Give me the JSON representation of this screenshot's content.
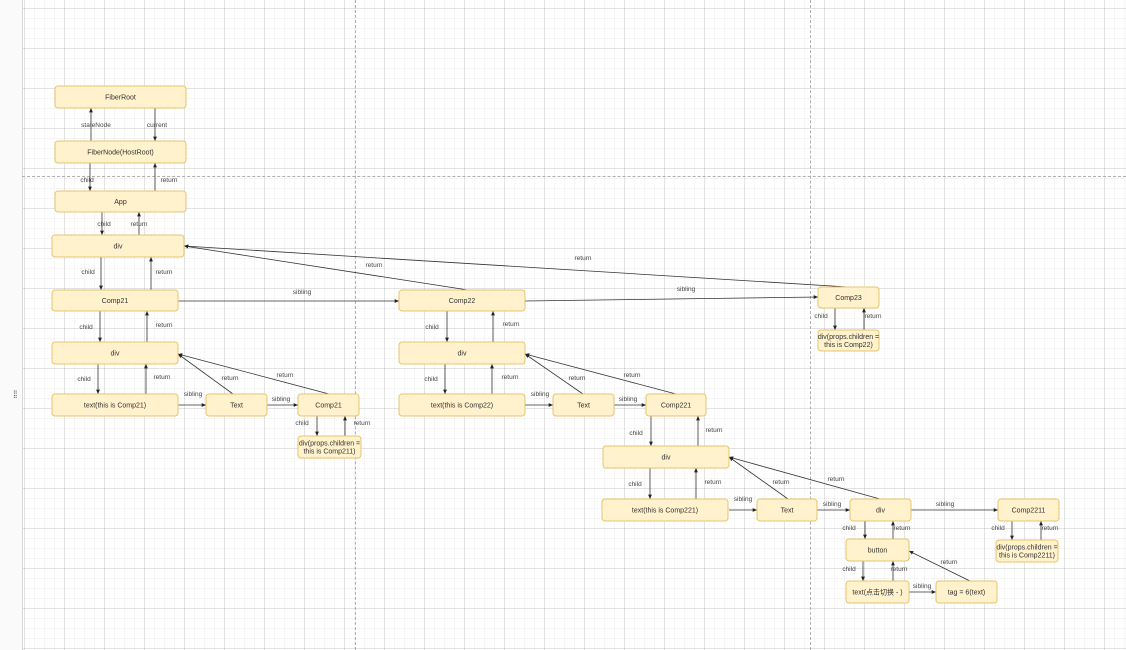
{
  "ui": {
    "grip_icon": "grip-icon"
  },
  "nodes": [
    {
      "id": "fiberroot",
      "label": "FiberRoot"
    },
    {
      "id": "hostroot",
      "label": "FiberNode(HostRoot)"
    },
    {
      "id": "app",
      "label": "App"
    },
    {
      "id": "div_top",
      "label": "div"
    },
    {
      "id": "comp21",
      "label": "Comp21"
    },
    {
      "id": "div_c21",
      "label": "div"
    },
    {
      "id": "text_c21",
      "label": "text(this is Comp21)"
    },
    {
      "id": "text_node_c21",
      "label": "Text"
    },
    {
      "id": "comp211",
      "label": "Comp21"
    },
    {
      "id": "div_c211",
      "label": [
        "div(props.children =",
        "this is Comp211)"
      ]
    },
    {
      "id": "comp22",
      "label": "Comp22"
    },
    {
      "id": "div_c22",
      "label": "div"
    },
    {
      "id": "text_c22",
      "label": "text(this is Comp22)"
    },
    {
      "id": "text_node_c22",
      "label": "Text"
    },
    {
      "id": "comp221",
      "label": "Comp221"
    },
    {
      "id": "div_c221",
      "label": "div"
    },
    {
      "id": "text_c221",
      "label": "text(this is Comp221)"
    },
    {
      "id": "text_node_c221",
      "label": "Text"
    },
    {
      "id": "div_inner",
      "label": "div"
    },
    {
      "id": "comp2211",
      "label": "Comp2211"
    },
    {
      "id": "div_c2211",
      "label": [
        "div(props.children =",
        "this is Comp2211)"
      ]
    },
    {
      "id": "button",
      "label": "button"
    },
    {
      "id": "text_btn",
      "label": "text(点击切换 - )"
    },
    {
      "id": "tag6",
      "label": "tag = 6(text)"
    },
    {
      "id": "comp23",
      "label": "Comp23"
    },
    {
      "id": "div_c23",
      "label": [
        "div(props.children =",
        "this is Comp22)"
      ]
    }
  ],
  "edges": [
    {
      "from": "hostroot",
      "to": "fiberroot",
      "label": "stateNode"
    },
    {
      "from": "fiberroot",
      "to": "hostroot",
      "label": "current"
    },
    {
      "from": "hostroot",
      "to": "app",
      "label": "child"
    },
    {
      "from": "app",
      "to": "hostroot",
      "label": "return"
    },
    {
      "from": "app",
      "to": "div_top",
      "label": "child"
    },
    {
      "from": "div_top",
      "to": "app",
      "label": "return"
    },
    {
      "from": "div_top",
      "to": "comp21",
      "label": "child"
    },
    {
      "from": "comp21",
      "to": "div_top",
      "label": "return"
    },
    {
      "from": "comp21",
      "to": "div_c21",
      "label": "child"
    },
    {
      "from": "div_c21",
      "to": "comp21",
      "label": "return"
    },
    {
      "from": "div_c21",
      "to": "text_c21",
      "label": "child"
    },
    {
      "from": "text_c21",
      "to": "div_c21",
      "label": "return"
    },
    {
      "from": "text_c21",
      "to": "text_node_c21",
      "label": "sibling"
    },
    {
      "from": "text_node_c21",
      "to": "div_c21",
      "label": "return"
    },
    {
      "from": "text_node_c21",
      "to": "comp211",
      "label": "sibling"
    },
    {
      "from": "comp211",
      "to": "div_c21",
      "label": "return"
    },
    {
      "from": "comp211",
      "to": "div_c211",
      "label": "child"
    },
    {
      "from": "div_c211",
      "to": "comp211",
      "label": "return"
    },
    {
      "from": "comp21",
      "to": "comp22",
      "label": "sibling"
    },
    {
      "from": "comp22",
      "to": "div_top",
      "label": "return"
    },
    {
      "from": "comp22",
      "to": "div_c22",
      "label": "child"
    },
    {
      "from": "div_c22",
      "to": "comp22",
      "label": "return"
    },
    {
      "from": "div_c22",
      "to": "text_c22",
      "label": "child"
    },
    {
      "from": "text_c22",
      "to": "div_c22",
      "label": "return"
    },
    {
      "from": "text_c22",
      "to": "text_node_c22",
      "label": "sibling"
    },
    {
      "from": "text_node_c22",
      "to": "div_c22",
      "label": "return"
    },
    {
      "from": "text_node_c22",
      "to": "comp221",
      "label": "sibling"
    },
    {
      "from": "comp221",
      "to": "div_c22",
      "label": "return"
    },
    {
      "from": "comp221",
      "to": "div_c221",
      "label": "child"
    },
    {
      "from": "div_c221",
      "to": "comp221",
      "label": "return"
    },
    {
      "from": "div_c221",
      "to": "text_c221",
      "label": "child"
    },
    {
      "from": "text_c221",
      "to": "div_c221",
      "label": "return"
    },
    {
      "from": "text_c221",
      "to": "text_node_c221",
      "label": "sibling"
    },
    {
      "from": "text_node_c221",
      "to": "div_c221",
      "label": "return"
    },
    {
      "from": "text_node_c221",
      "to": "div_inner",
      "label": "sibling"
    },
    {
      "from": "div_inner",
      "to": "div_c221",
      "label": "return"
    },
    {
      "from": "div_inner",
      "to": "comp2211",
      "label": "sibling"
    },
    {
      "from": "comp2211",
      "to": "div_c2211",
      "label": "child"
    },
    {
      "from": "div_c2211",
      "to": "comp2211",
      "label": "return"
    },
    {
      "from": "div_inner",
      "to": "button",
      "label": "child"
    },
    {
      "from": "button",
      "to": "div_inner",
      "label": "return"
    },
    {
      "from": "button",
      "to": "text_btn",
      "label": "child"
    },
    {
      "from": "text_btn",
      "to": "button",
      "label": "return"
    },
    {
      "from": "text_btn",
      "to": "tag6",
      "label": "sibling"
    },
    {
      "from": "tag6",
      "to": "button",
      "label": "return"
    },
    {
      "from": "comp22",
      "to": "comp23",
      "label": "sibling"
    },
    {
      "from": "comp23",
      "to": "div_top",
      "label": "return"
    },
    {
      "from": "comp23",
      "to": "div_c23",
      "label": "child"
    },
    {
      "from": "div_c23",
      "to": "comp23",
      "label": "return"
    }
  ]
}
